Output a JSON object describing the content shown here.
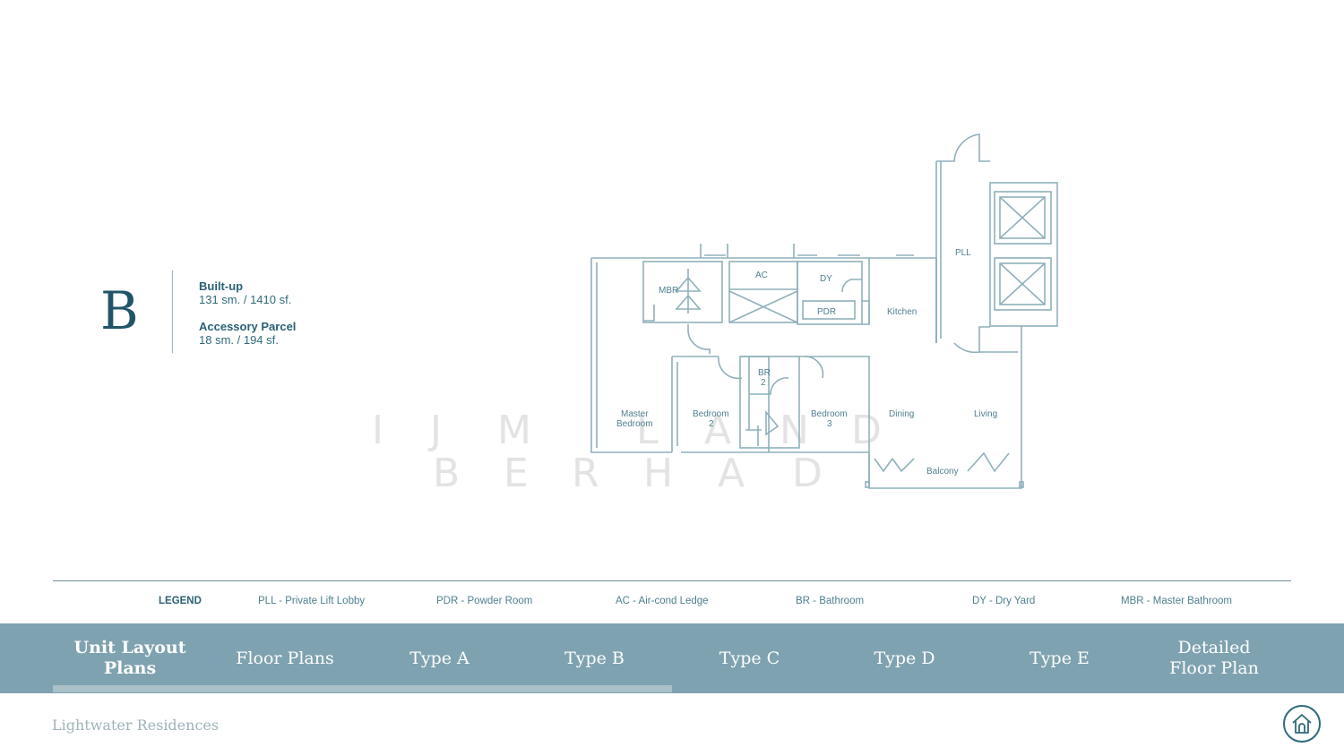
{
  "unit": {
    "type_letter": "B",
    "builtup_label": "Built-up",
    "builtup_value": "131 sm. / 1410 sf.",
    "accessory_label": "Accessory Parcel",
    "accessory_value": "18 sm. / 194 sf."
  },
  "floorplan": {
    "rooms": {
      "mbr": "MBR",
      "ac": "AC",
      "dy": "DY",
      "pdr": "PDR",
      "kitchen": "Kitchen",
      "pll": "PLL",
      "br2_line1": "BR",
      "br2_line2": "2",
      "master_line1": "Master",
      "master_line2": "Bedroom",
      "bed2_line1": "Bedroom",
      "bed2_line2": "2",
      "bed3_line1": "Bedroom",
      "bed3_line2": "3",
      "dining": "Dining",
      "living": "Living",
      "balcony": "Balcony"
    }
  },
  "watermark": {
    "line1": [
      "I",
      "J",
      "M",
      "L",
      "A",
      "N",
      "D"
    ],
    "line2": [
      "B",
      "E",
      "R",
      "H",
      "A",
      "D"
    ]
  },
  "legend": {
    "title": "LEGEND",
    "items": [
      "PLL - Private Lift Lobby",
      "PDR - Powder Room",
      "AC - Air-cond Ledge",
      "BR - Bathroom",
      "DY - Dry Yard",
      "MBR - Master Bathroom"
    ]
  },
  "nav": {
    "items": [
      {
        "label": "Unit Layout Plans",
        "active": true
      },
      {
        "label": "Floor Plans"
      },
      {
        "label": "Type A"
      },
      {
        "label": "Type B"
      },
      {
        "label": "Type C"
      },
      {
        "label": "Type D"
      },
      {
        "label": "Type E"
      },
      {
        "label_line1": "Detailed",
        "label_line2": "Floor Plan"
      }
    ],
    "progress_fraction": 0.5
  },
  "footer": {
    "brand": "Lightwater Residences"
  },
  "colors": {
    "nav_bg": "#7fa2b0",
    "accent": "#1f5567",
    "plan_line": "#8fb0bb"
  },
  "icons": {
    "home": "home-icon"
  }
}
